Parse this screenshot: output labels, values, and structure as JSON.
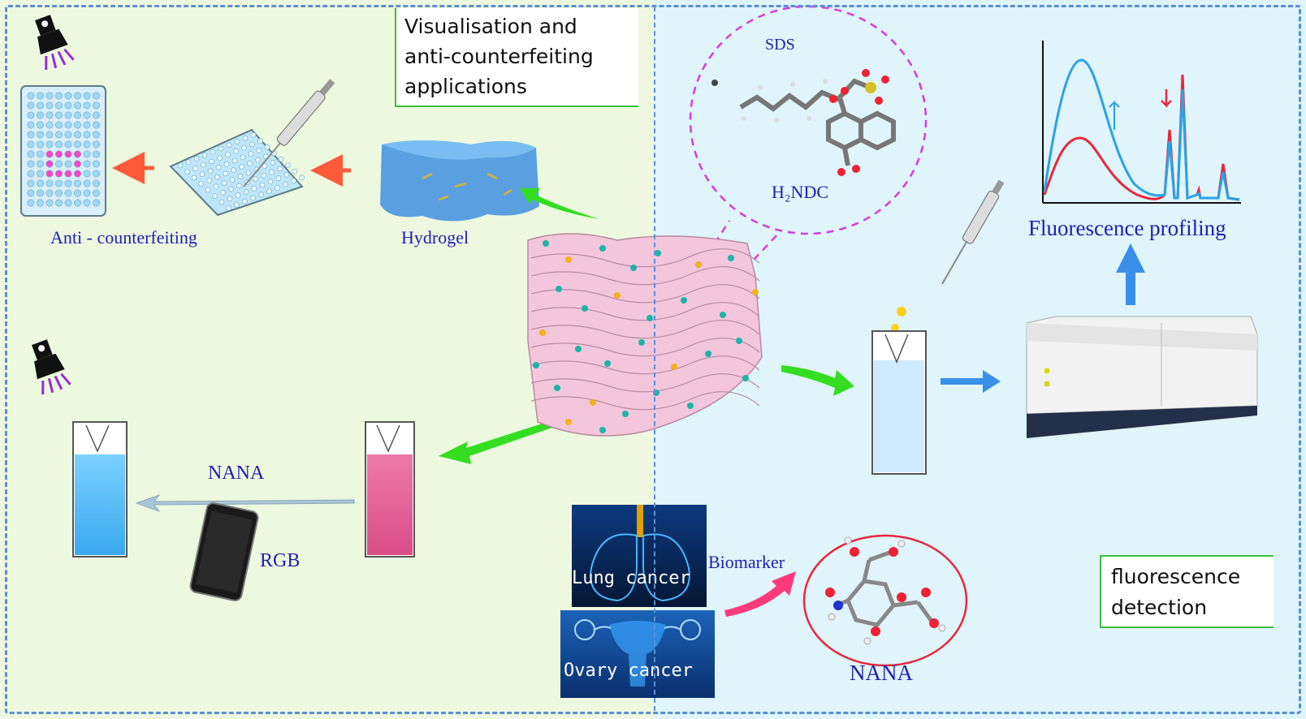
{
  "boxes": {
    "visualisation": [
      "Visualisation and",
      "anti-counterfeiting",
      "applications"
    ],
    "detection": [
      "fluorescence",
      "detection"
    ]
  },
  "labels": {
    "sds": "SDS",
    "h2ndc": "H₂NDC",
    "anti_counterfeiting": "Anti - counterfeiting",
    "hydrogel": "Hydrogel",
    "fluorescence_profiling": "Fluorescence profiling",
    "nana_arrow": "NANA",
    "rgb": "RGB",
    "biomarker": "Biomarker",
    "nana_molecule": "NANA"
  },
  "cancers": {
    "lung": "Lung cancer",
    "ovary": "Ovary cancer"
  },
  "colors": {
    "left_panel": "#edf9df",
    "right_panel": "#dff4fb",
    "label_text": "#1f1fb0",
    "box_border": "#3cbf3c",
    "dashed_frame": "#5b8fd6",
    "spectrum_red": "#e8283c",
    "spectrum_blue": "#29a3e6",
    "material_pink": "#f3c6dc"
  },
  "icons": [
    "flashlight-icon",
    "well-plate-icon",
    "pipette-icon",
    "hydrogel-cube-icon",
    "layered-material-icon",
    "cuvette-icon",
    "smartphone-icon",
    "spectrometer-icon",
    "molecule-icon",
    "lungs-icon",
    "uterus-icon"
  ]
}
